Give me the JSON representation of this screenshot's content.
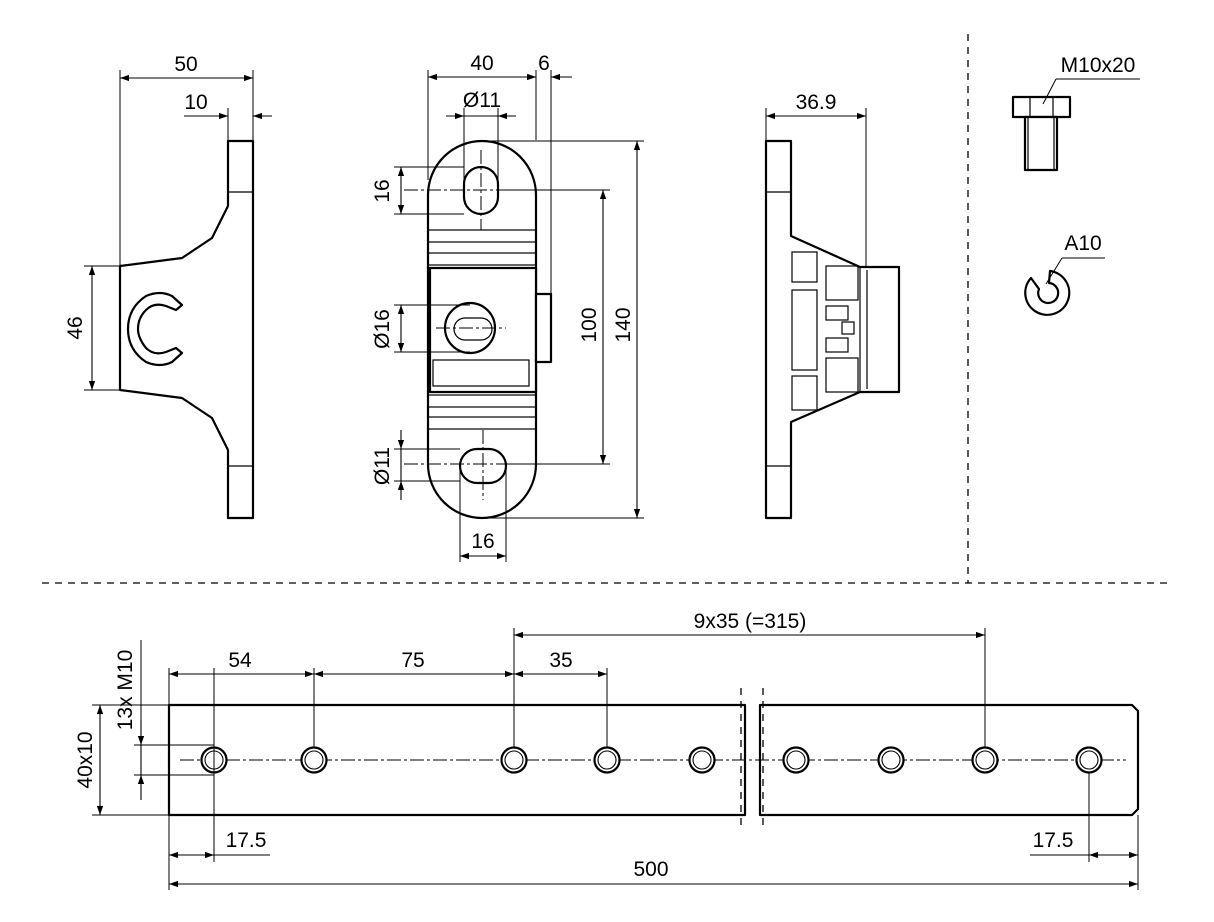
{
  "side_view": {
    "width": "50",
    "flange": "10",
    "height": "46"
  },
  "front_view": {
    "width": "40",
    "offset": "6",
    "slot_top": "Ø11",
    "slot_top_len": "16",
    "center_hole": "Ø16",
    "center_dist": "100",
    "length": "140",
    "slot_bottom": "Ø11",
    "slot_bottom_len": "16"
  },
  "profile_view": {
    "depth": "36.9"
  },
  "hardware": {
    "bolt": "M10x20",
    "washer": "A10"
  },
  "rail_view": {
    "pitch_total": "9x35 (=315)",
    "first_pitch": "54",
    "second_pitch": "75",
    "pitch": "35",
    "thread_count": "13x M10",
    "cross_section": "40x10",
    "edge_left": "17.5",
    "edge_right": "17.5",
    "length": "500"
  }
}
